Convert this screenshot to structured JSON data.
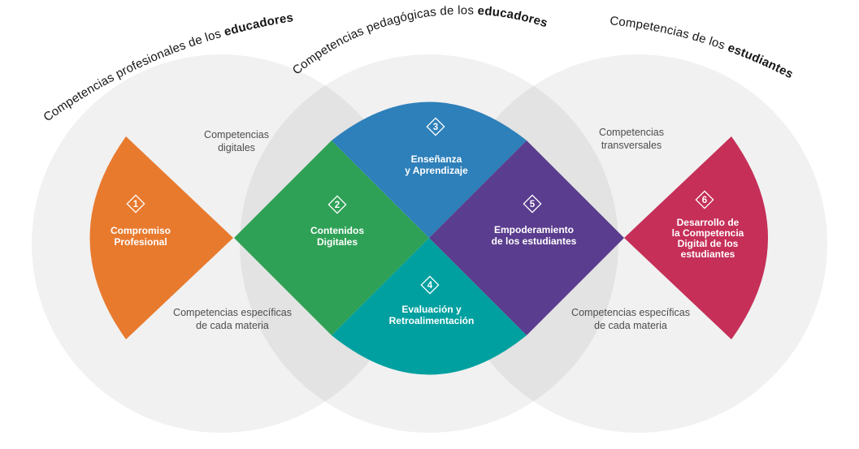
{
  "curved_labels": [
    {
      "prefix": "Competencias profesionales de los ",
      "bold": "educadores"
    },
    {
      "prefix": "Competencias pedagógicas de los ",
      "bold": "educadores"
    },
    {
      "prefix": "Competencias de los ",
      "bold": "estudiantes"
    }
  ],
  "area_labels": {
    "top_left": {
      "lines": [
        "Competencias",
        "digitales"
      ]
    },
    "top_right": {
      "lines": [
        "Competencias",
        "transversales"
      ]
    },
    "bottom_left": {
      "lines": [
        "Competencias específicas",
        "de cada materia"
      ]
    },
    "bottom_right": {
      "lines": [
        "Competencias específicas",
        "de cada materia"
      ]
    }
  },
  "sections": [
    {
      "number": "1",
      "color": "#e87a2e",
      "lines": [
        "Compromiso",
        "Profesional"
      ]
    },
    {
      "number": "2",
      "color": "#2fa156",
      "lines": [
        "Contenidos",
        "Digitales"
      ]
    },
    {
      "number": "3",
      "color": "#2e80ba",
      "lines": [
        "Enseñanza",
        "y Aprendizaje"
      ]
    },
    {
      "number": "4",
      "color": "#00a0a0",
      "lines": [
        "Evaluación y",
        "Retroalimentación"
      ]
    },
    {
      "number": "5",
      "color": "#5a3d8e",
      "lines": [
        "Empoderamiento",
        "de los estudiantes"
      ]
    },
    {
      "number": "6",
      "color": "#c52f58",
      "lines": [
        "Desarrollo de",
        "la Competencia",
        "Digital de los",
        "estudiantes"
      ]
    }
  ]
}
